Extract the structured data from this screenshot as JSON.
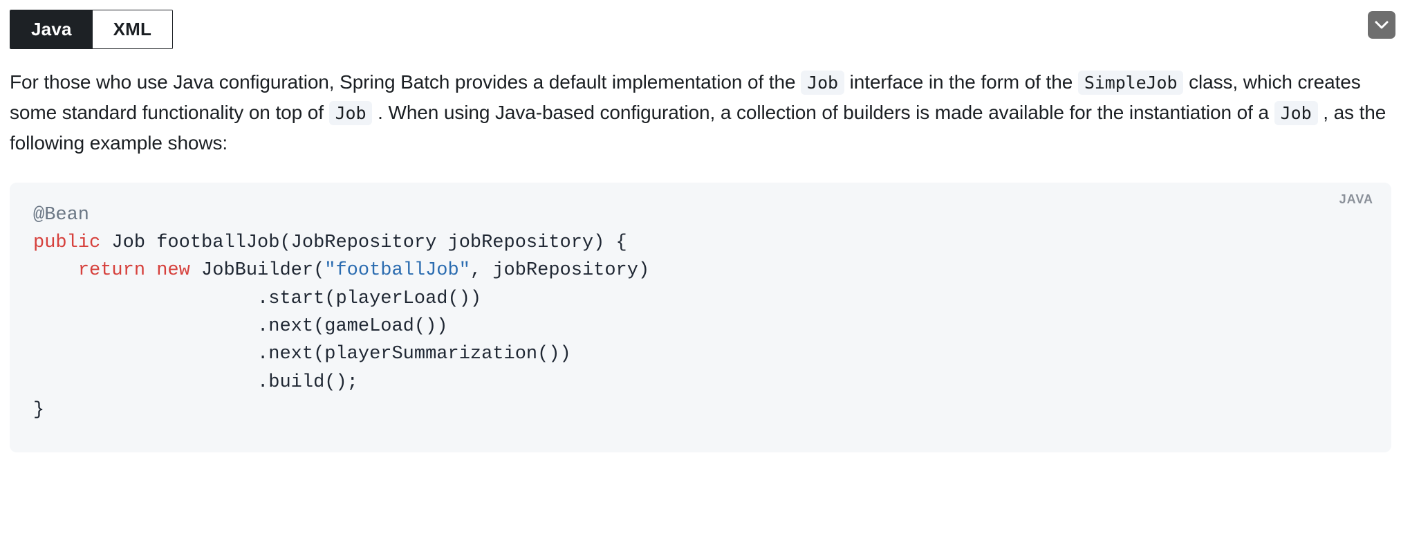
{
  "collapse_button": {
    "icon": "chevron-down-icon",
    "background": "#6e6e6e",
    "label": ""
  },
  "tabs": [
    {
      "label": "Java",
      "active": true
    },
    {
      "label": "XML",
      "active": false
    }
  ],
  "paragraph": {
    "segments": [
      {
        "type": "text",
        "value": "For those who use Java configuration, Spring Batch provides a default implementation of the "
      },
      {
        "type": "code",
        "value": "Job"
      },
      {
        "type": "text",
        "value": " interface in the form of the "
      },
      {
        "type": "code",
        "value": "SimpleJob"
      },
      {
        "type": "text",
        "value": " class, which creates some standard functionality on top of "
      },
      {
        "type": "code",
        "value": "Job"
      },
      {
        "type": "text",
        "value": " . When using Java-based configuration, a collection of builders is made available for the instantiation of a "
      },
      {
        "type": "code",
        "value": "Job"
      },
      {
        "type": "text",
        "value": " , as the following example shows:"
      }
    ],
    "full_text": "For those who use Java configuration, Spring Batch provides a default implementation of the Job interface in the form of the SimpleJob class, which creates some standard functionality on top of Job . When using Java-based configuration, a collection of builders is made available for the instantiation of a Job , as the following example shows:"
  },
  "code_block": {
    "language_label": "JAVA",
    "background": "#f5f7f9",
    "colors": {
      "annotation": "#6b7785",
      "keyword": "#d6403c",
      "string": "#2b6cb0",
      "plain": "#1f2733"
    },
    "lines": [
      [
        {
          "t": "annotation",
          "v": "@Bean"
        }
      ],
      [
        {
          "t": "keyword",
          "v": "public"
        },
        {
          "t": "plain",
          "v": " Job footballJob(JobRepository jobRepository) {"
        }
      ],
      [
        {
          "t": "plain",
          "v": "    "
        },
        {
          "t": "keyword",
          "v": "return"
        },
        {
          "t": "plain",
          "v": " "
        },
        {
          "t": "keyword",
          "v": "new"
        },
        {
          "t": "plain",
          "v": " JobBuilder("
        },
        {
          "t": "string",
          "v": "\"footballJob\""
        },
        {
          "t": "plain",
          "v": ", jobRepository)"
        }
      ],
      [
        {
          "t": "plain",
          "v": "                    .start(playerLoad())"
        }
      ],
      [
        {
          "t": "plain",
          "v": "                    .next(gameLoad())"
        }
      ],
      [
        {
          "t": "plain",
          "v": "                    .next(playerSummarization())"
        }
      ],
      [
        {
          "t": "plain",
          "v": "                    .build();"
        }
      ],
      [
        {
          "t": "plain",
          "v": "}"
        }
      ]
    ],
    "plain_text": "@Bean\npublic Job footballJob(JobRepository jobRepository) {\n    return new JobBuilder(\"footballJob\", jobRepository)\n                    .start(playerLoad())\n                    .next(gameLoad())\n                    .next(playerSummarization())\n                    .build();\n}"
  }
}
